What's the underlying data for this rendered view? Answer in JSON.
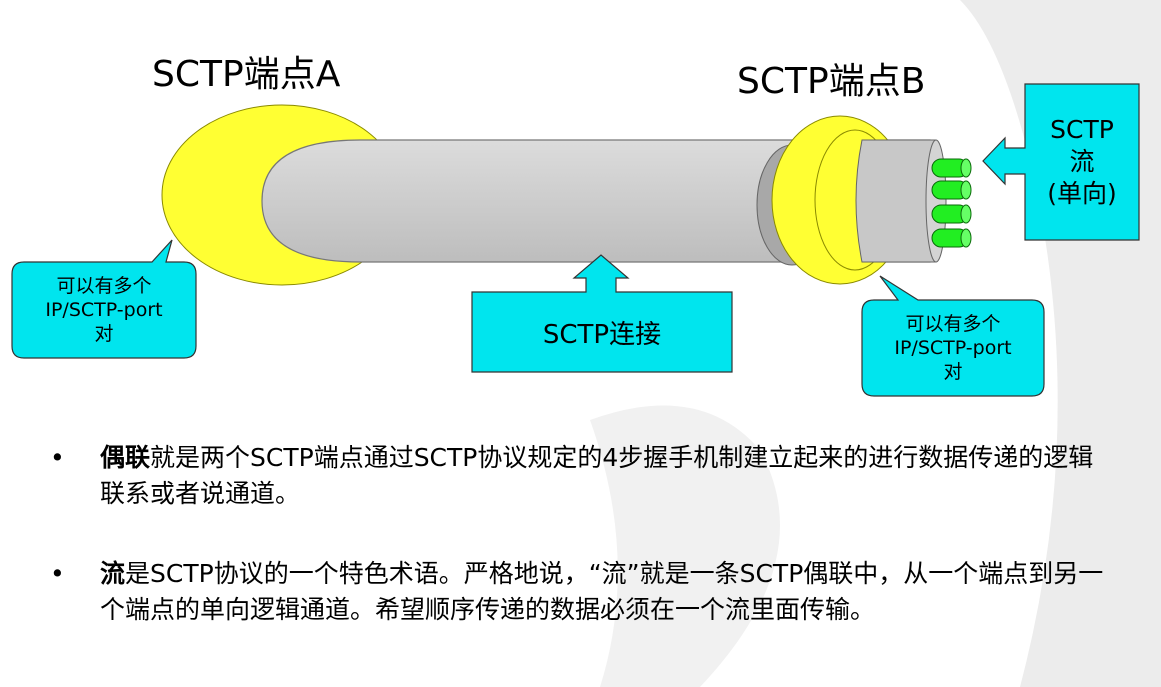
{
  "diagram": {
    "endpoint_a_label": "SCTP端点A",
    "endpoint_b_label": "SCTP端点B",
    "callout_left": "可以有多个\nIP/SCTP-port\n对",
    "callout_right": "可以有多个\nIP/SCTP-port\n对",
    "callout_connection": "SCTP连接",
    "callout_stream": "SCTP\n流\n(单向)",
    "colors": {
      "endpoint_yellow": "#ffff33",
      "pipe_gray": "#c8c8c8",
      "callout_cyan": "#00e5ee",
      "stream_green": "#22ee22",
      "watermark": "#ebebeb"
    }
  },
  "bullets": [
    {
      "marker": "•",
      "term": "偶联",
      "text": "就是两个SCTP端点通过SCTP协议规定的4步握手机制建立起来的进行数据传递的逻辑联系或者说通道。"
    },
    {
      "marker": "•",
      "term": "流",
      "text": "是SCTP协议的一个特色术语。严格地说，“流”就是一条SCTP偶联中，从一个端点到另一个端点的单向逻辑通道。希望顺序传递的数据必须在一个流里面传输。"
    }
  ]
}
